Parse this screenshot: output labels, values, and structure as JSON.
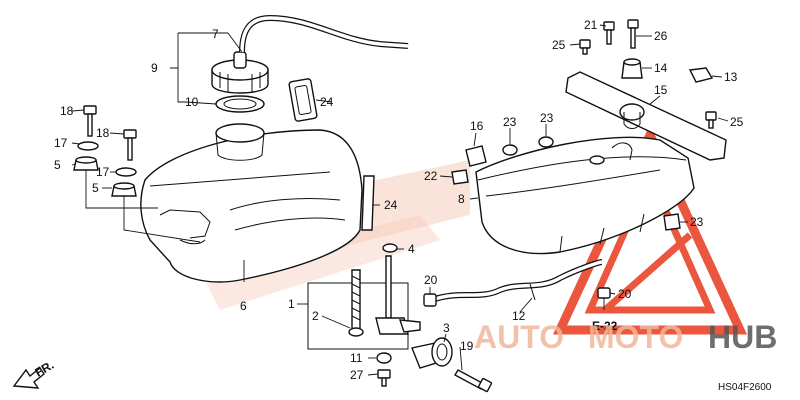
{
  "diagram": {
    "code": "HS04F2600",
    "reference": "E-22",
    "direction": "FR.",
    "watermark": {
      "auto": "AUTO",
      "moto": "MOTO",
      "hub": "HUB",
      "color_primary": "#e8442a",
      "color_secondary": "#f2b79a",
      "color_dark": "#555555"
    },
    "labels": {
      "n1": "1",
      "n2": "2",
      "n3": "3",
      "n4": "4",
      "n5a": "5",
      "n5b": "5",
      "n6": "6",
      "n7": "7",
      "n8": "8",
      "n9": "9",
      "n10": "10",
      "n11": "11",
      "n12": "12",
      "n13": "13",
      "n14": "14",
      "n15": "15",
      "n16": "16",
      "n17a": "17",
      "n17b": "17",
      "n18a": "18",
      "n18b": "18",
      "n19": "19",
      "n20a": "20",
      "n20b": "20",
      "n21": "21",
      "n22": "22",
      "n23a": "23",
      "n23b": "23",
      "n23c": "23",
      "n24a": "24",
      "n24b": "24",
      "n25a": "25",
      "n25b": "25",
      "n26": "26",
      "n27": "27"
    }
  }
}
